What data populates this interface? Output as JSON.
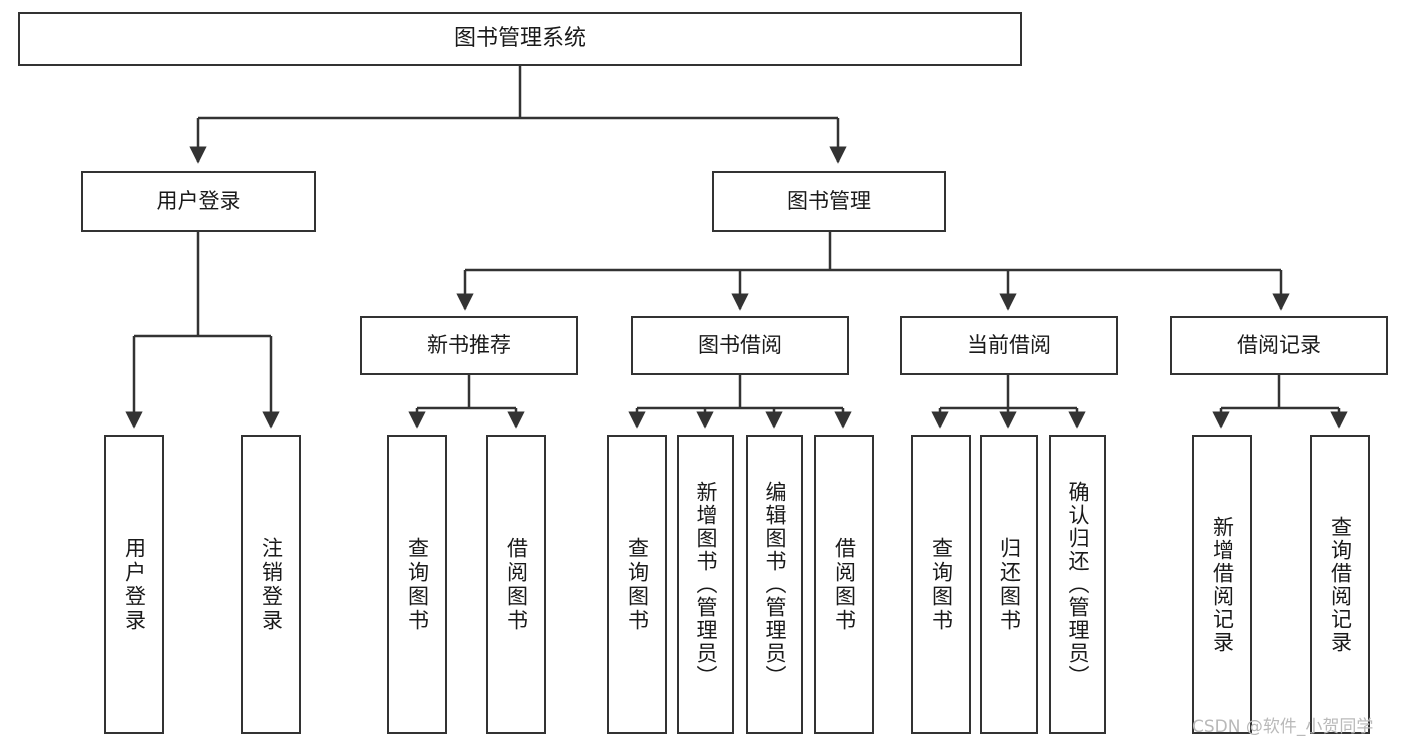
{
  "diagram": {
    "title": "图书管理系统",
    "type": "tree-hierarchy-diagram",
    "colors": {
      "stroke": "#333333",
      "fill": "#ffffff",
      "text": "#1a1a1a",
      "watermark": "#b9b9b9"
    },
    "root": {
      "label": "图书管理系统"
    },
    "level2": [
      {
        "label": "用户登录"
      },
      {
        "label": "图书管理"
      }
    ],
    "level3": [
      {
        "label": "新书推荐"
      },
      {
        "label": "图书借阅"
      },
      {
        "label": "当前借阅"
      },
      {
        "label": "借阅记录"
      }
    ],
    "leaves": {
      "user_login": [
        {
          "label": "用户登录"
        },
        {
          "label": "注销登录"
        }
      ],
      "new_book": [
        {
          "label": "查询图书"
        },
        {
          "label": "借阅图书"
        }
      ],
      "book_borrow": [
        {
          "label": "查询图书"
        },
        {
          "label": "新增图书（管理员）"
        },
        {
          "label": "编辑图书（管理员）"
        },
        {
          "label": "借阅图书"
        }
      ],
      "current_borrow": [
        {
          "label": "查询图书"
        },
        {
          "label": "归还图书"
        },
        {
          "label": "确认归还（管理员）"
        }
      ],
      "borrow_record": [
        {
          "label": "新增借阅记录"
        },
        {
          "label": "查询借阅记录"
        }
      ]
    }
  },
  "watermark": {
    "text": "CSDN @软件_小贺同学"
  }
}
